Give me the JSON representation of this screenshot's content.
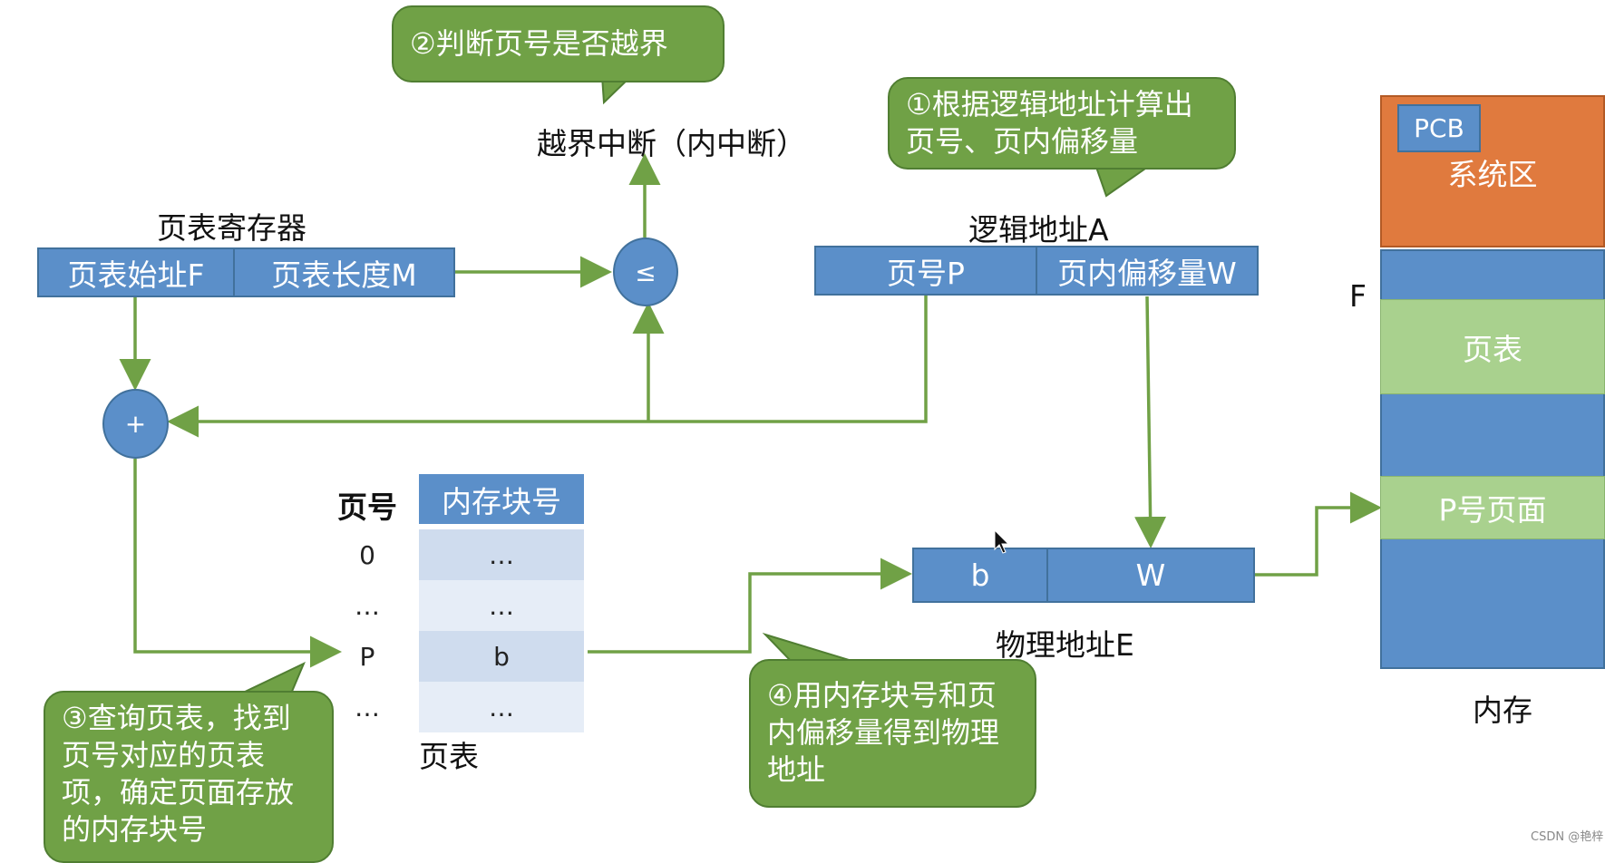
{
  "colors": {
    "block_blue": "#5b8fc9",
    "callout_green": "#70a146",
    "arrow_green": "#70a146",
    "memory_orange": "#e07a3e",
    "memory_light_green": "#a9d18e",
    "table_cell_light": "#cfdcee"
  },
  "callouts": {
    "c1": "①根据逻辑地址计算出页号、页内偏移量",
    "c2": "②判断页号是否越界",
    "c3": "③查询页表，找到页号对应的页表项，确定页面存放的内存块号",
    "c4": "④用内存块号和页内偏移量得到物理地址"
  },
  "labels": {
    "overflow_interrupt": "越界中断（内中断）",
    "page_table_register": "页表寄存器",
    "logical_address": "逻辑地址A",
    "physical_address": "物理地址E",
    "page_table": "页表",
    "memory": "内存",
    "f_marker": "F"
  },
  "register": {
    "start": "页表始址F",
    "length": "页表长度M"
  },
  "logical": {
    "page_no": "页号P",
    "offset": "页内偏移量W"
  },
  "physical": {
    "block": "b",
    "offset": "W"
  },
  "operators": {
    "compare": "≤",
    "add": "+"
  },
  "page_table": {
    "col_page": "页号",
    "col_block": "内存块号",
    "rows": [
      {
        "page": "0",
        "block": "…"
      },
      {
        "page": "…",
        "block": "…"
      },
      {
        "page": "P",
        "block": "b"
      },
      {
        "page": "…",
        "block": "…"
      }
    ]
  },
  "memory": {
    "pcb": "PCB",
    "system_area": "系统区",
    "page_table": "页表",
    "p_page": "P号页面"
  },
  "icons": [
    "mouse-cursor-icon"
  ],
  "watermark": "CSDN @艳梓"
}
